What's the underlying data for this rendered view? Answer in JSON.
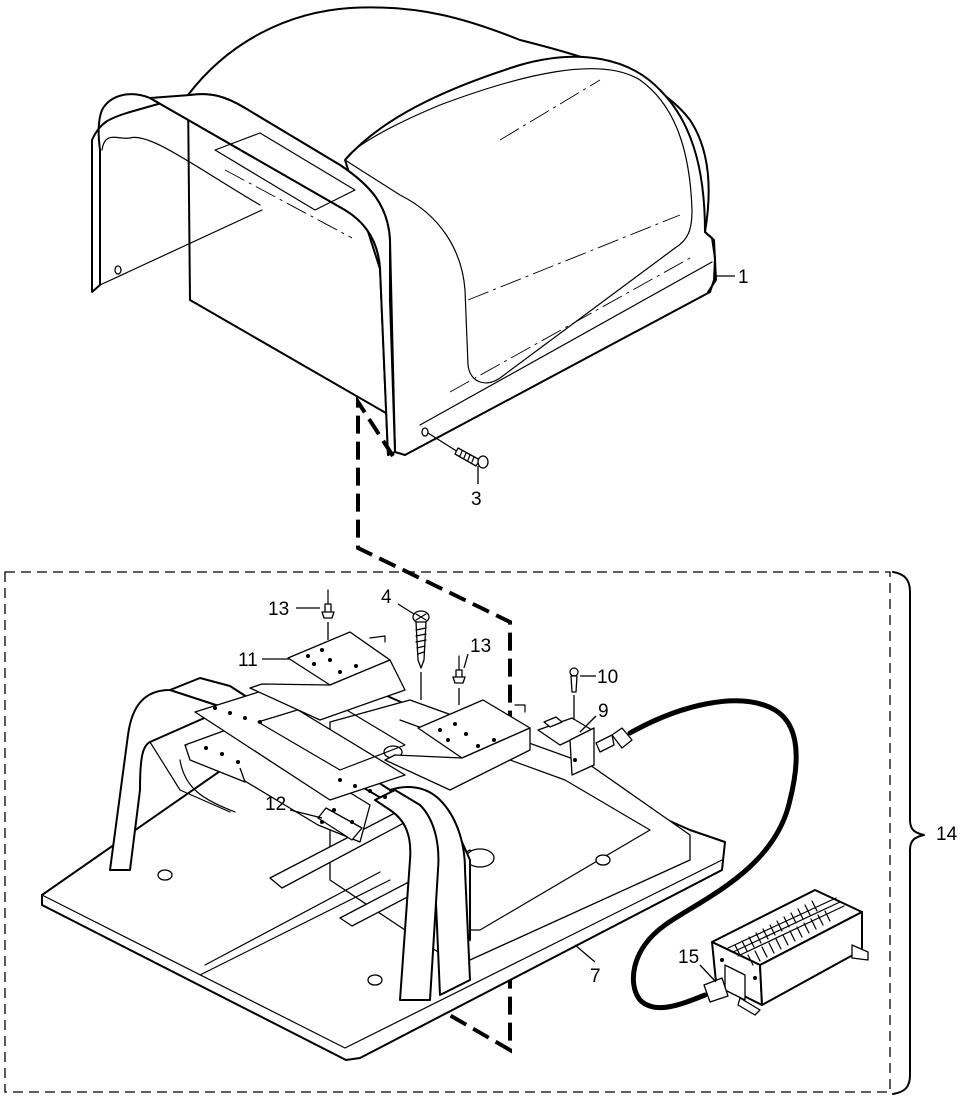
{
  "diagram": {
    "callouts": [
      {
        "id": "c1",
        "label": "1"
      },
      {
        "id": "c3",
        "label": "3"
      },
      {
        "id": "c4",
        "label": "4"
      },
      {
        "id": "c7",
        "label": "7"
      },
      {
        "id": "c9",
        "label": "9"
      },
      {
        "id": "c10",
        "label": "10"
      },
      {
        "id": "c11",
        "label": "11"
      },
      {
        "id": "c12",
        "label": "12"
      },
      {
        "id": "c13a",
        "label": "13"
      },
      {
        "id": "c13b",
        "label": "13"
      },
      {
        "id": "c14",
        "label": "14"
      },
      {
        "id": "c15",
        "label": "15"
      }
    ]
  }
}
